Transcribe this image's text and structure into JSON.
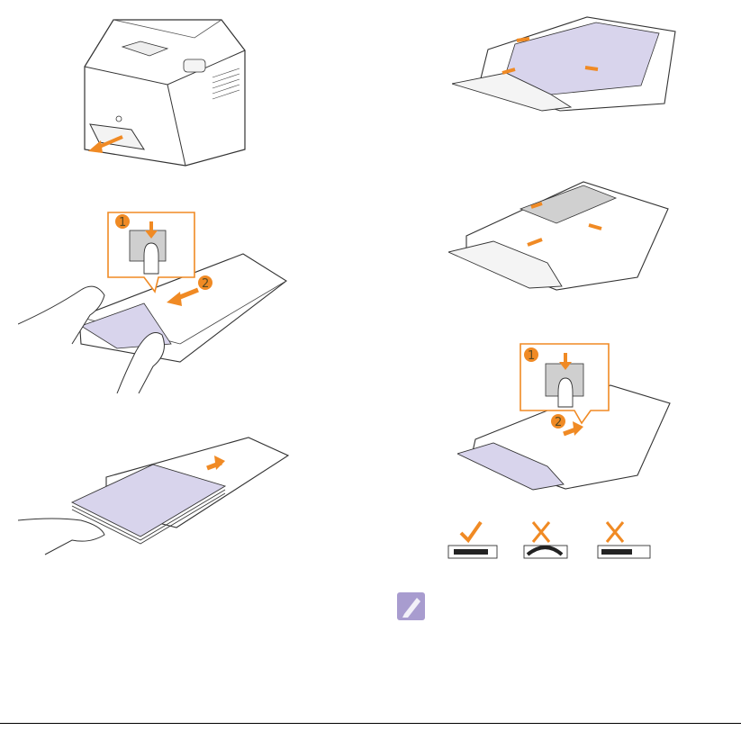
{
  "page": {
    "illustrations": [
      {
        "id": "printer",
        "icon": "printer-with-tray-pulled-out"
      },
      {
        "id": "tray-extend",
        "icon": "tray-length-guide-squeeze"
      },
      {
        "id": "tray-load",
        "icon": "paper-loaded-into-tray"
      },
      {
        "id": "tray-top",
        "icon": "tray-with-paper-guides"
      },
      {
        "id": "tray-legal",
        "icon": "tray-extended-legal"
      },
      {
        "id": "tray-guide",
        "icon": "tray-guide-squeeze"
      },
      {
        "id": "guide-states",
        "icon": "paper-stack-correct-incorrect"
      }
    ],
    "callouts": {
      "extend_step1": "1",
      "extend_step2": "2",
      "guide_step1": "1",
      "guide_step2": "2"
    },
    "guide_states": [
      {
        "mark": "check-icon",
        "color": "#f08a24"
      },
      {
        "mark": "cross-icon",
        "color": "#f08a24"
      },
      {
        "mark": "cross-icon",
        "color": "#f08a24"
      }
    ],
    "note_icon": {
      "icon": "note-icon",
      "color": "#a89ccf"
    },
    "colors": {
      "accent": "#f08a24",
      "paper": "#d8d4ec",
      "line": "#333333"
    }
  }
}
